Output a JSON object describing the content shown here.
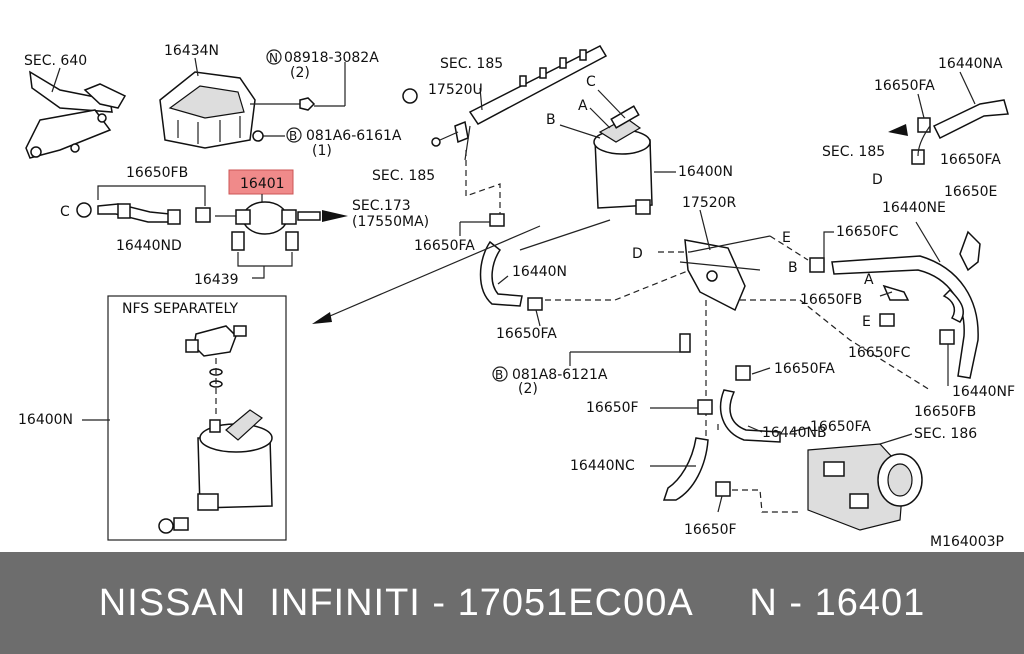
{
  "labels": {
    "sec640": "SEC. 640",
    "p16434N": "16434N",
    "n08918": "08918-3082A",
    "n08918q": "(2)",
    "b081A6": "081A6-6161A",
    "b081A6q": "(1)",
    "sec185a": "SEC. 185",
    "p17520U": "17520U",
    "sec185b": "SEC. 185",
    "lblC_top": "C",
    "lblA_top": "A",
    "lblB_top": "B",
    "p16400N_top": "16400N",
    "p16440NA": "16440NA",
    "p16650FA_tr1": "16650FA",
    "sec185c": "SEC. 185",
    "p16650FA_tr2": "16650FA",
    "lblD_tr": "D",
    "p16650FB_l": "16650FB",
    "p16401": "16401",
    "sec173": "SEC.173",
    "sec173b": "(17550MA)",
    "lblC_l": "C",
    "p16440ND": "16440ND",
    "p16439": "16439",
    "p16650FA_mid": "16650FA",
    "p16440N": "16440N",
    "p16650FA_mid2": "16650FA",
    "p17520R": "17520R",
    "lblD_mid": "D",
    "lblE_mid": "E",
    "p16650E": "16650E",
    "p16440NE": "16440NE",
    "p16650FC": "16650FC",
    "lblB_r": "B",
    "lblA_r": "A",
    "p16650FB_r": "16650FB",
    "lblE_r": "E",
    "p16650FC_2": "16650FC",
    "b081A8": "081A8-6121A",
    "b081A8q": "(2)",
    "p16650FA_c": "16650FA",
    "p16650F_c": "16650F",
    "p16440NB": "16440NB",
    "p16650FA_c2": "16650FA",
    "sec186": "SEC. 186",
    "p16440NC": "16440NC",
    "p16650F_b": "16650F",
    "p16440NF": "16440NF",
    "p16650FB_b": "16650FB",
    "nfs": "NFS SEPARATELY",
    "p16400N_box": "16400N",
    "code": "M164003P",
    "circN": "N",
    "circB1": "B",
    "circB2": "B"
  },
  "footer": {
    "text": "NISSAN  INFINITI - 17051EC00A     N - 16401"
  },
  "colors": {
    "highlight": "#f08a8a",
    "footer_bg": "#6d6d6d"
  }
}
